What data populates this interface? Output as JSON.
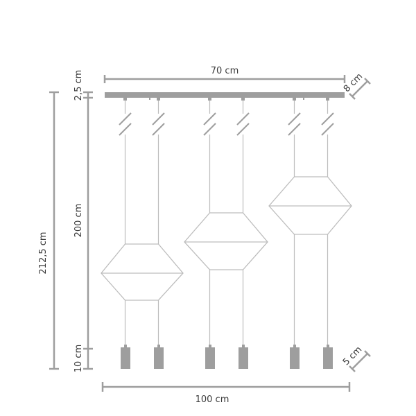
{
  "diagram": {
    "title": "Pendant lamp dimension drawing",
    "colors": {
      "dimension_line": "#9e9e9e",
      "canopy": "#9e9e9e",
      "shade": "#9e9e9e",
      "wire": "#bdbdbd",
      "pendant_outline": "#bdbdbd",
      "text": "#3a3a3a"
    },
    "dimensions": {
      "canopy_length": "70 cm",
      "canopy_depth": "8 cm",
      "canopy_height": "2,5 cm",
      "total_height": "212,5 cm",
      "cable_length": "200 cm",
      "shade_height": "10 cm",
      "shade_diameter": "5 cm",
      "overall_width": "100 cm"
    },
    "components": {
      "canopy": "rectangular ceiling canopy bar",
      "wires": 6,
      "break_marks": 6,
      "pendants": [
        {
          "name": "pendant-left",
          "shape": "hexagonal lantern"
        },
        {
          "name": "pendant-middle",
          "shape": "hexagonal lantern"
        },
        {
          "name": "pendant-right",
          "shape": "hexagonal lantern"
        }
      ],
      "shades": 6
    }
  }
}
